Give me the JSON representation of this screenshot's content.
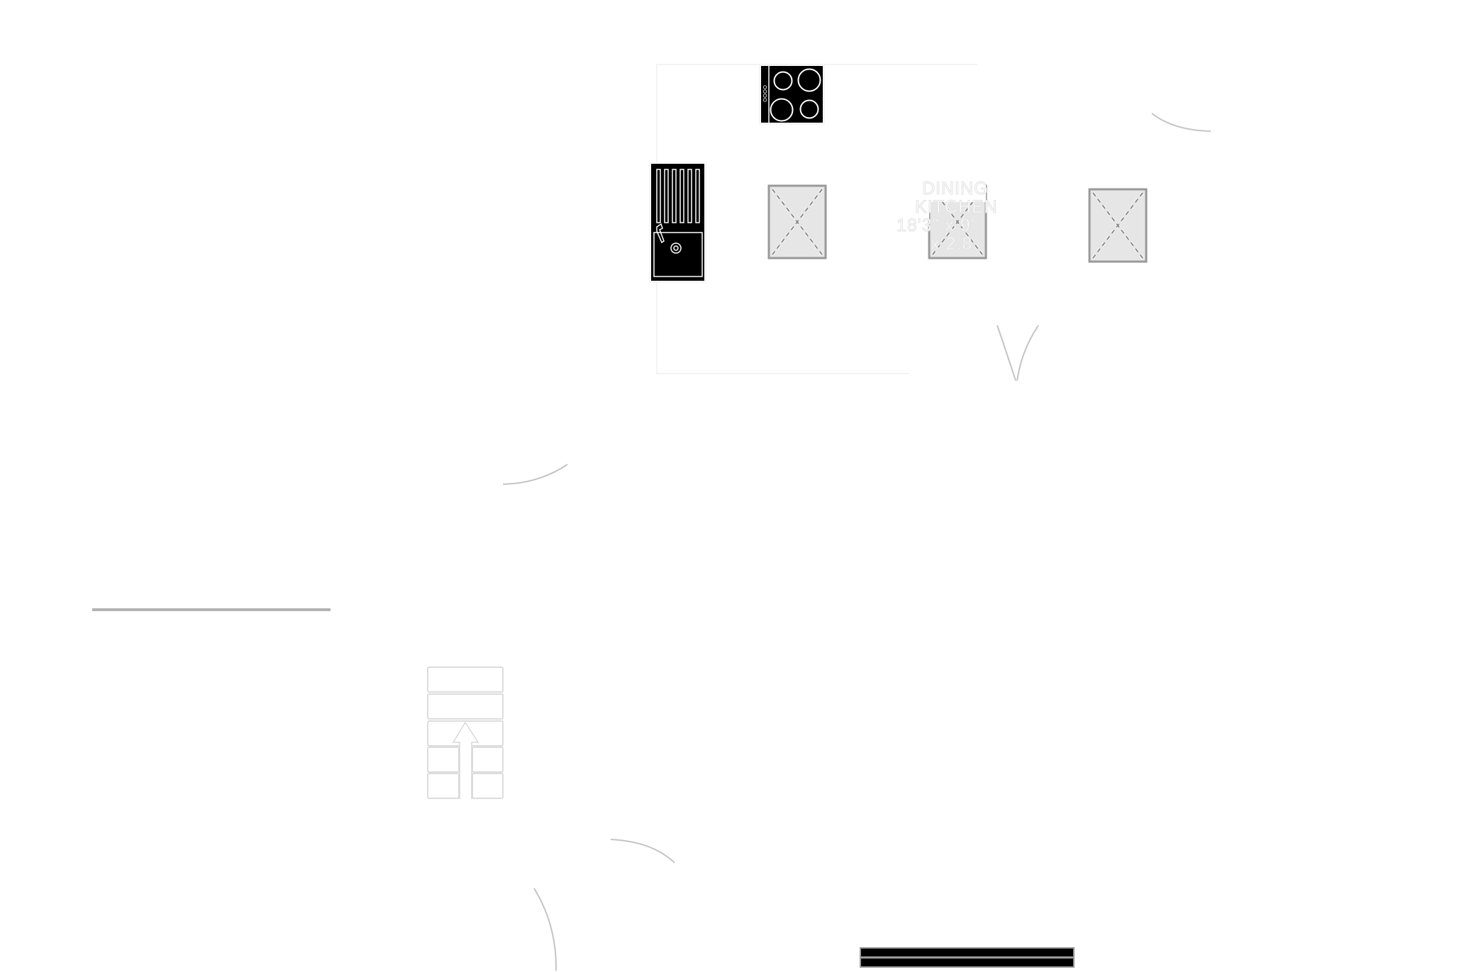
{
  "diagram": {
    "type": "floor-plan",
    "rooms": [
      {
        "name_line1": "DINING",
        "name_line2": "KITCHEN",
        "dimensions_line1": "18'3\" x 9'",
        "dimensions_line2": "x 2.8"
      }
    ],
    "fixtures": [
      {
        "kind": "cooktop",
        "burners": 4,
        "controls": 4
      },
      {
        "kind": "sink-with-drainer",
        "drainer_grooves": 6
      },
      {
        "kind": "skylight"
      },
      {
        "kind": "skylight"
      },
      {
        "kind": "skylight"
      }
    ],
    "stairs": {
      "direction": "up",
      "treads": 5
    },
    "door_swings": 6,
    "colors": {
      "fixture_fill": "#000000",
      "fixture_stroke": "#ffffff",
      "skylight_fill": "#e6e6e6",
      "skylight_border": "#999999",
      "door_arc": "#c4c4c4",
      "wall_light": "#ededed",
      "label_outline": "#e2e2e2"
    }
  }
}
